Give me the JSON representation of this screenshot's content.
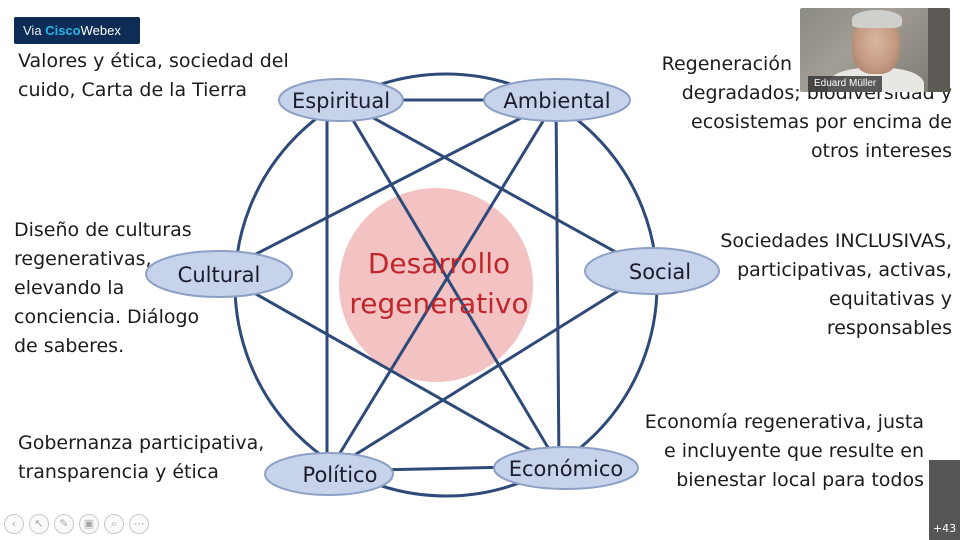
{
  "badge": {
    "via": "Via",
    "cisco": "Cisco",
    "webex": "Webex"
  },
  "texts": {
    "espiritual_desc": [
      "Valores y ética, sociedad del",
      "cuido, Carta de la Tierra"
    ],
    "ambiental_desc": [
      "Regeneración",
      "degradados; biodiversidad y",
      "ecosistemas por encima de",
      "otros intereses"
    ],
    "cultural_desc": [
      "Diseño de culturas",
      "regenerativas,",
      "elevando la",
      "conciencia. Diálogo",
      "de saberes."
    ],
    "social_desc": [
      "Sociedades INCLUSIVAS,",
      "participativas, activas,",
      "equitativas y",
      "responsables"
    ],
    "politico_desc": [
      "Gobernanza participativa,",
      "transparencia y ética"
    ],
    "economico_desc": [
      "Economía regenerativa, justa",
      "e incluyente que resulte en",
      "bienestar local para todos"
    ]
  },
  "diagram": {
    "center": [
      "Desarrollo",
      "regenerativo"
    ],
    "nodes": {
      "espiritual": "Espiritual",
      "ambiental": "Ambiental",
      "cultural": "Cultural",
      "social": "Social",
      "politico": "Político",
      "economico": "Económico"
    },
    "colors": {
      "line": "#2e4a78",
      "node_fill": "#c6d3ea",
      "node_stroke": "#8da0c6",
      "center_fill": "#f3c3c3",
      "center_text": "#c0272d"
    }
  },
  "video": {
    "participant_name": "Eduard Müller"
  },
  "toolbar": {
    "icons": [
      "pointer-icon",
      "cursor-icon",
      "pen-icon",
      "layers-icon",
      "zoom-icon",
      "more-icon"
    ]
  },
  "participants": {
    "count": "+43"
  }
}
